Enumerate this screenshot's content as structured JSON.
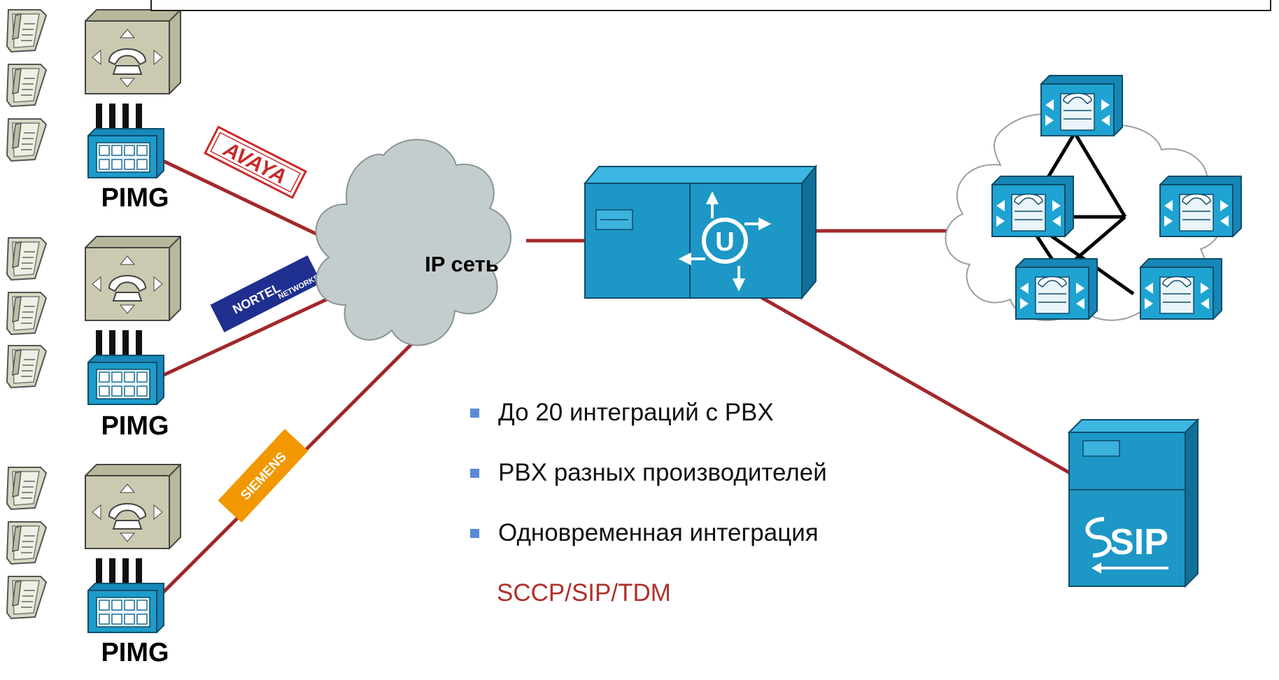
{
  "pimg_labels": [
    "PIMG",
    "PIMG",
    "PIMG"
  ],
  "cloud_label": "IP сеть",
  "vendors": {
    "avaya": "AVAYA",
    "nortel_main": "NORTEL",
    "nortel_sub": "NETWORKS",
    "siemens": "SIEMENS"
  },
  "bullets": [
    "До 20 интеграций с PBX",
    "PBX разных производителей",
    "Одновременная интеграция"
  ],
  "protocols": "SCCP/SIP/TDM",
  "sip_label": "SIP",
  "unity_symbol": "U",
  "colors": {
    "link": "#a3282a",
    "device_blue": "#1d9ccb",
    "pbx_beige": "#c9c8a8",
    "cloud": "#c4cdcd",
    "bullet": "#5b8bd6",
    "accent_red": "#b0302a"
  }
}
